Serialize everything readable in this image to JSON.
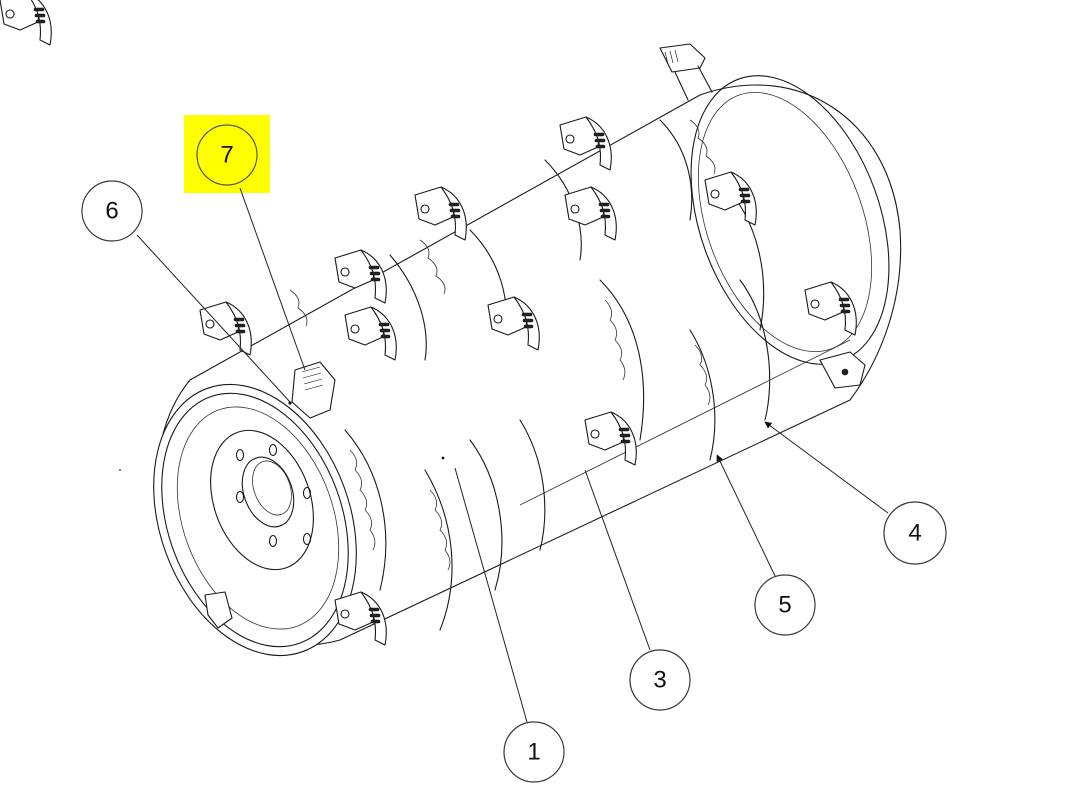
{
  "diagram": {
    "subject": "rotor-drum-with-cutting-teeth",
    "highlight_color": "#ffff00",
    "line_color": "#1a1a1a",
    "callouts": [
      {
        "id": "c1",
        "label": "1",
        "highlighted": false
      },
      {
        "id": "c3",
        "label": "3",
        "highlighted": false
      },
      {
        "id": "c4",
        "label": "4",
        "highlighted": false
      },
      {
        "id": "c5",
        "label": "5",
        "highlighted": false
      },
      {
        "id": "c6",
        "label": "6",
        "highlighted": false
      },
      {
        "id": "c7",
        "label": "7",
        "highlighted": true
      }
    ]
  }
}
